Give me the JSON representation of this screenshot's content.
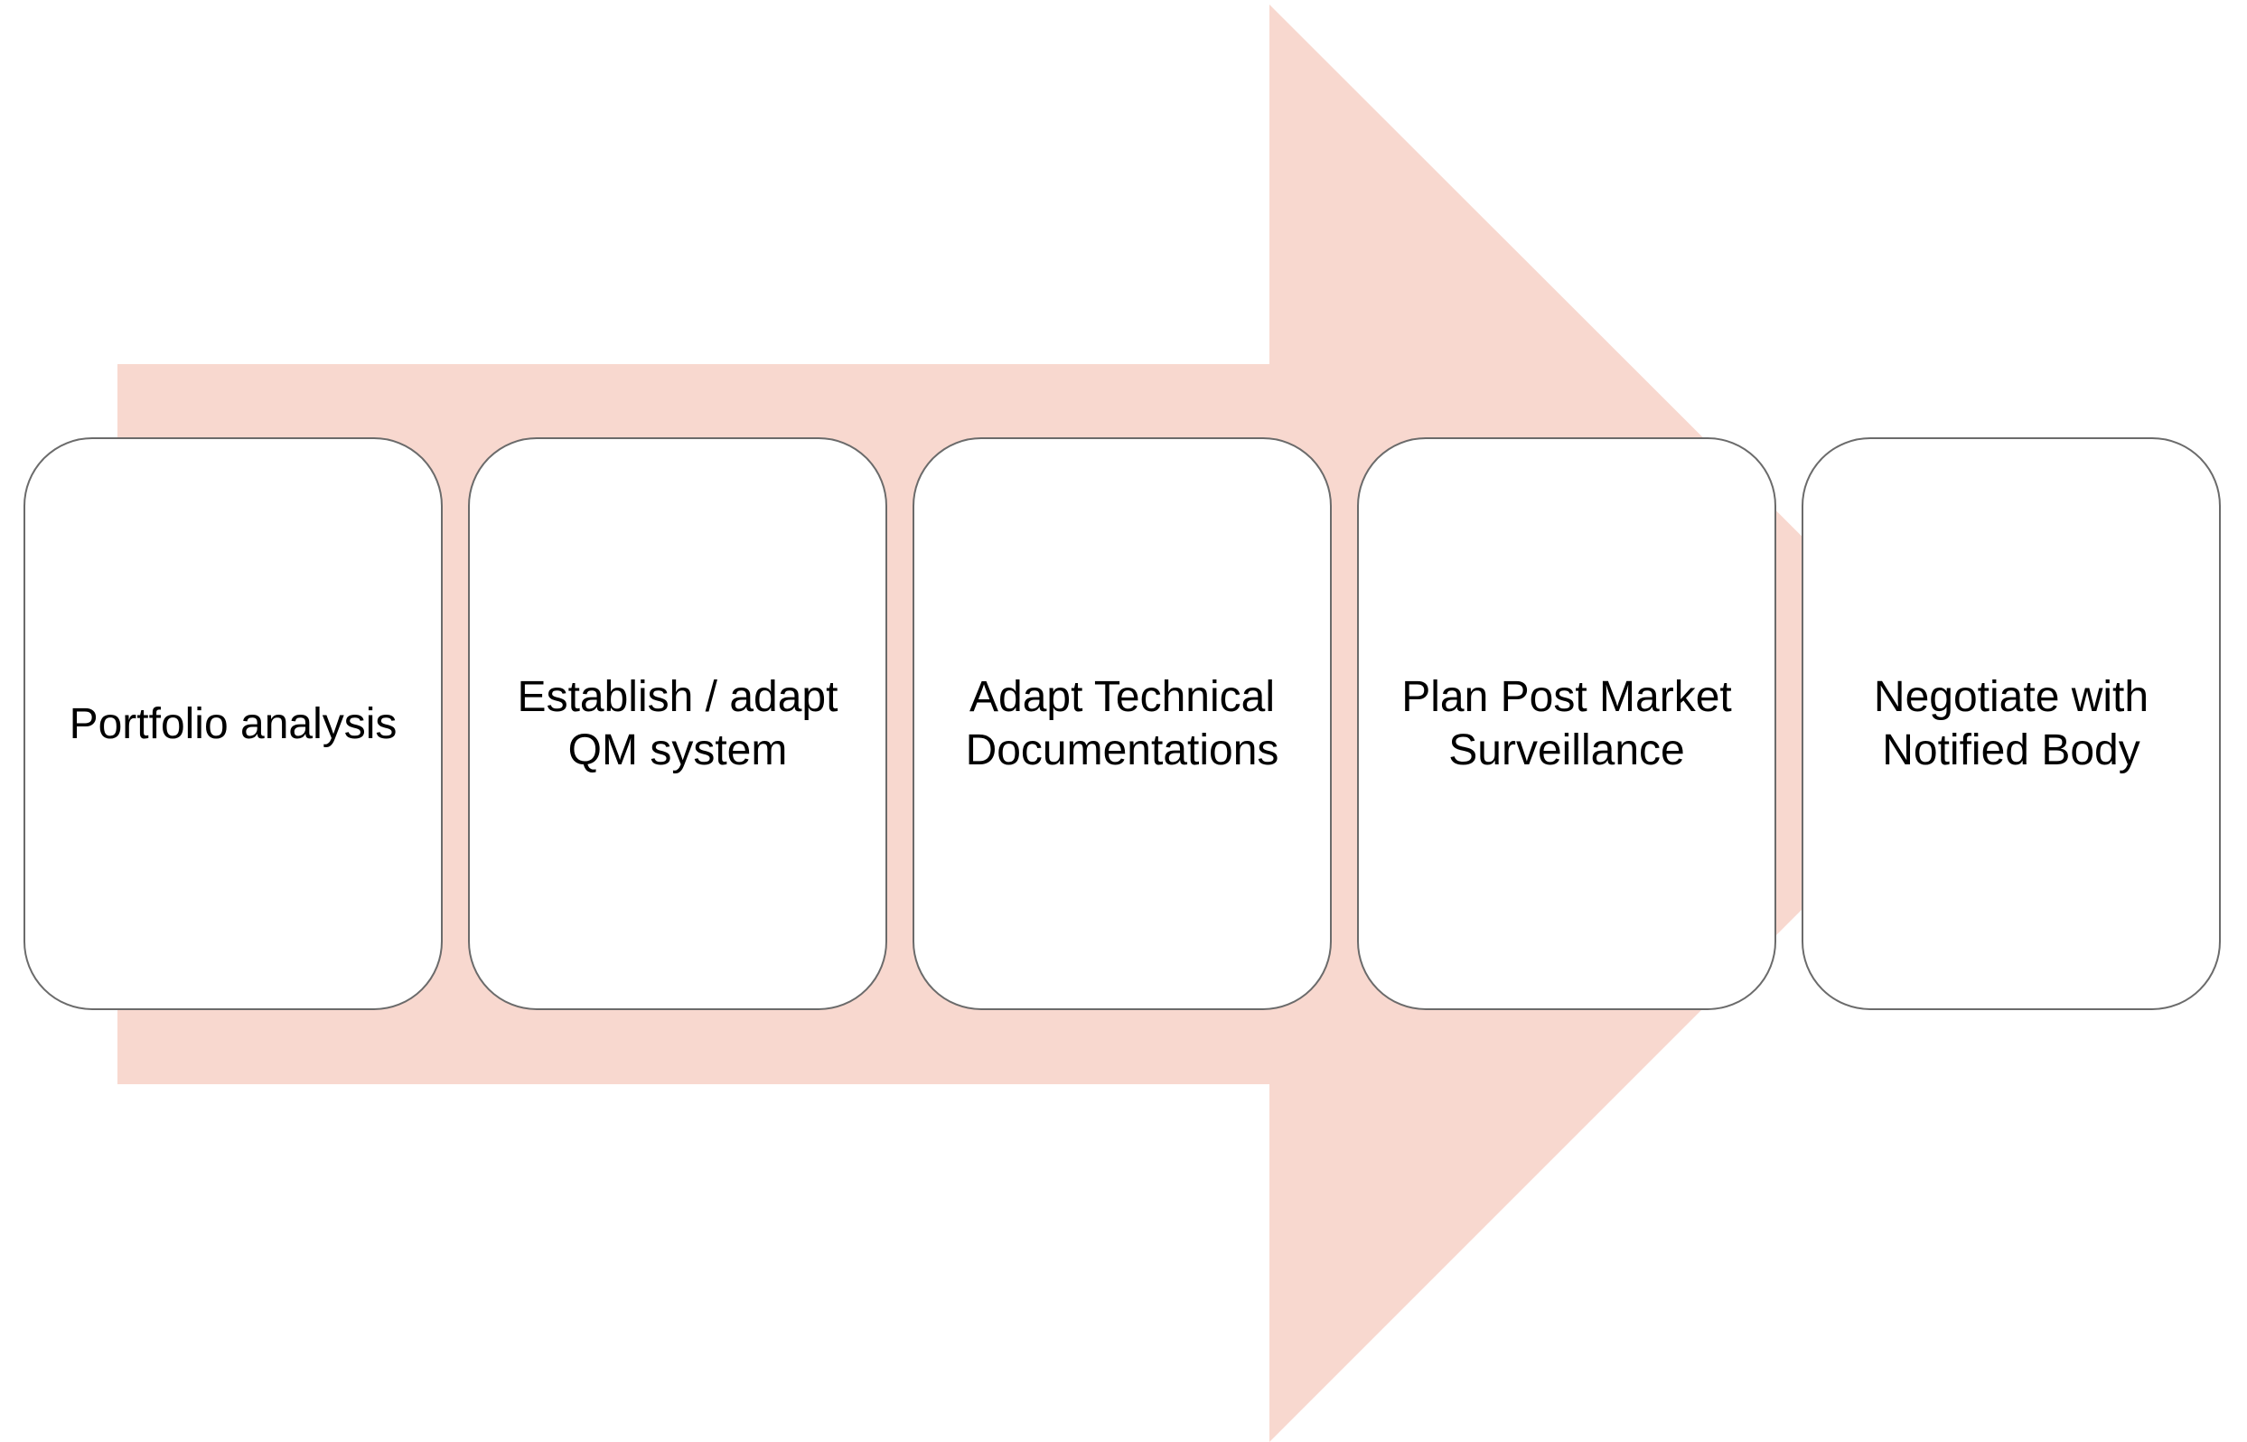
{
  "colors": {
    "arrow_fill": "#f8d8cf",
    "box_fill": "#ffffff",
    "box_border": "#6b6b6b",
    "text": "#000000"
  },
  "steps": [
    {
      "label": "Portfolio analysis"
    },
    {
      "label": "Establish / adapt\nQM system"
    },
    {
      "label": "Adapt Technical\nDocumentations"
    },
    {
      "label": "Plan Post Market\nSurveillance"
    },
    {
      "label": "Negotiate with\nNotified Body"
    }
  ]
}
